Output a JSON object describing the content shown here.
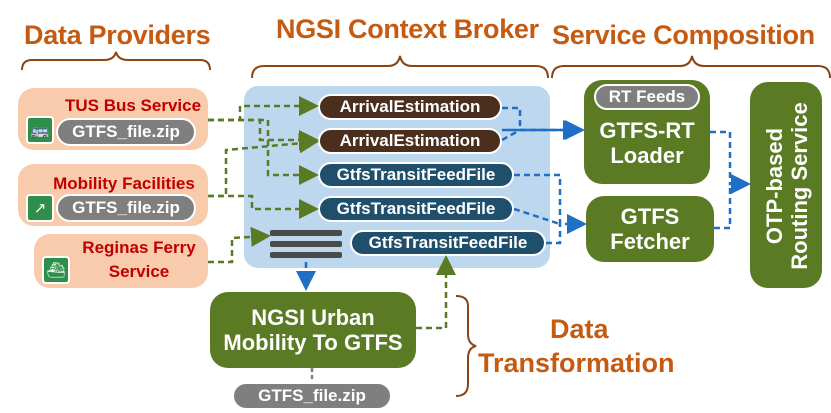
{
  "sections": {
    "data_providers": "Data Providers",
    "context_broker": "NGSI Context Broker",
    "service_composition": "Service Composition",
    "data_transformation_line1": "Data",
    "data_transformation_line2": "Transformation"
  },
  "providers": [
    {
      "name": "TUS Bus Service",
      "file": "GTFS_file.zip",
      "icon": "bus-icon"
    },
    {
      "name": "Mobility Facilities",
      "file": "GTFS_file.zip",
      "icon": "escalator-icon"
    },
    {
      "name_line1": "Reginas Ferry",
      "name_line2": "Service",
      "icon": "ferry-icon"
    }
  ],
  "broker_entities": [
    "ArrivalEstimation",
    "ArrivalEstimation",
    "GtfsTransitFeedFile",
    "GtfsTransitFeedFile",
    "GtfsTransitFeedFile"
  ],
  "services": {
    "rt_feeds": "RT Feeds",
    "gtfs_rt_loader_line1": "GTFS-RT",
    "gtfs_rt_loader_line2": "Loader",
    "gtfs_fetcher_line1": "GTFS",
    "gtfs_fetcher_line2": "Fetcher",
    "routing_line1": "OTP-based",
    "routing_line2": "Routing Service"
  },
  "urban_mobility": {
    "line1": "NGSI Urban",
    "line2": "Mobility To GTFS",
    "output_file": "GTFS_file.zip"
  },
  "colors": {
    "section_title": "#c55a11",
    "provider_fill": "#f8cbad",
    "provider_text": "#c00000",
    "broker_fill": "#bdd7ee",
    "service_green": "#5a7a24",
    "arrow_green": "#5a7a24",
    "arrow_blue": "#1f6fc5"
  }
}
